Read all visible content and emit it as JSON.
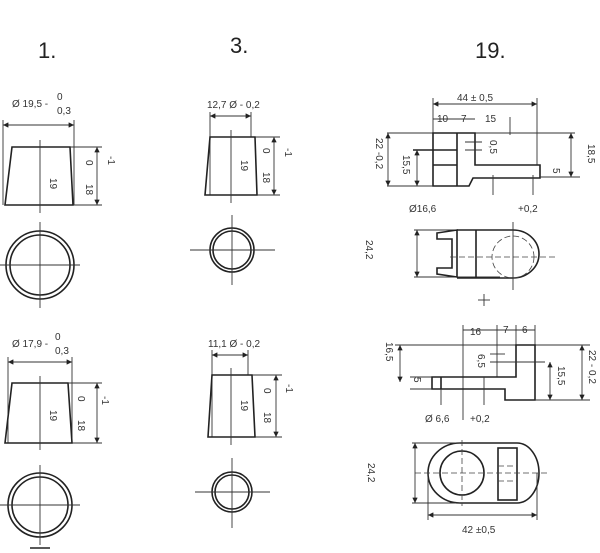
{
  "headings": [
    "1.",
    "3.",
    "19."
  ],
  "part1_top": {
    "dia": "Ø 19,5 -",
    "tol_upper": "0",
    "tol_lower": "0,3",
    "inner": "19",
    "height": "18",
    "h_upper": "0",
    "h_lower": "-1"
  },
  "part1_bottom": {
    "dia": "Ø 17,9 -",
    "tol_upper": "0",
    "tol_lower": "0,3",
    "inner": "19",
    "height": "18",
    "h_upper": "0",
    "h_lower": "-1"
  },
  "part3_top": {
    "dia": "12,7 Ø - 0,2",
    "inner": "19",
    "height": "18",
    "h_upper": "0",
    "h_lower": "-1"
  },
  "part3_bottom": {
    "dia": "11,1 Ø - 0,2",
    "inner": "19",
    "height": "18",
    "h_upper": "0",
    "h_lower": "-1"
  },
  "part19_top": {
    "length": "44 ± 0,5",
    "d1": "10",
    "d2": "7",
    "d3": "15",
    "height_left": "22 -0,2",
    "h2": "15,5",
    "h3": "0,5",
    "height_right": "18,5",
    "h5": "5",
    "hole": "Ø16,6",
    "hole_tol": "+0,2",
    "width": "24,2"
  },
  "part19_bottom": {
    "d1": "16",
    "d2": "7",
    "d3": "6",
    "h_left": "16,5",
    "h5": "5",
    "h3": "6,5",
    "h_right": "15,5",
    "height_right": "22 - 0,2",
    "hole": "Ø 6,6",
    "hole_tol": "+0,2",
    "width": "24,2",
    "length": "42 ±0,5"
  }
}
